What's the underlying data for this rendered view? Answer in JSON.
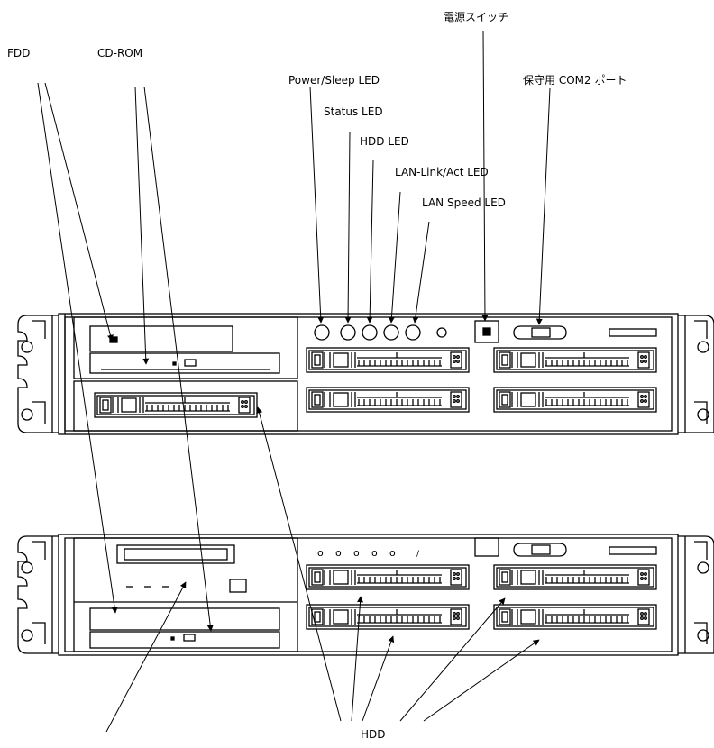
{
  "labels": {
    "fdd": "FDD",
    "cdrom": "CD-ROM",
    "power_switch": "電源スイッチ",
    "power_sleep_led": "Power/Sleep LED",
    "status_led": "Status LED",
    "hdd_led": "HDD LED",
    "lan_link_led": "LAN-Link/Act LED",
    "lan_speed_led": "LAN Speed LED",
    "com2_port": "保守用 COM2 ポート",
    "hdd": "HDD"
  }
}
